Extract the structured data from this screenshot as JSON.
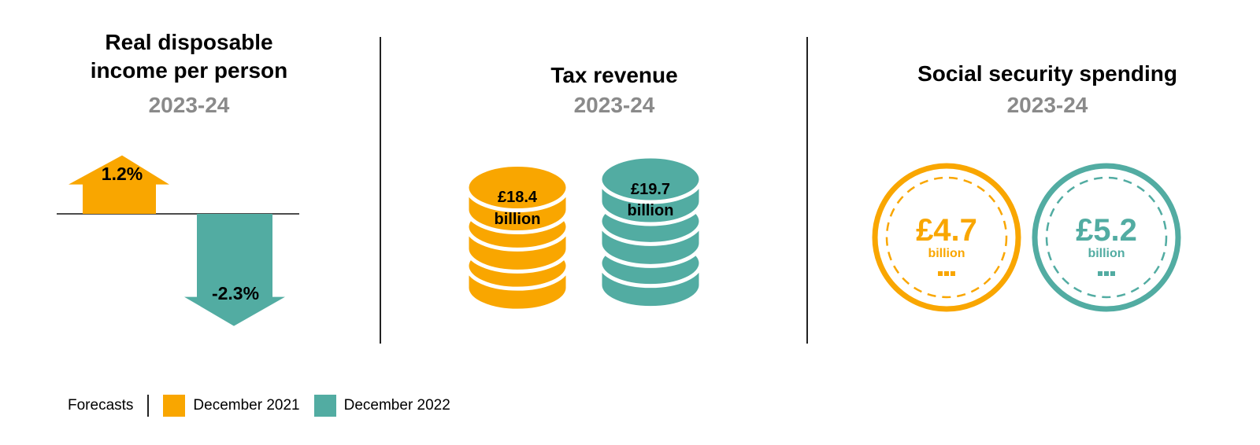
{
  "colors": {
    "dec2021": "#F9A600",
    "dec2022": "#52ACA2"
  },
  "legend": {
    "label": "Forecasts",
    "items": [
      {
        "name": "December 2021",
        "color": "#F9A600"
      },
      {
        "name": "December 2022",
        "color": "#52ACA2"
      }
    ]
  },
  "chart_data": [
    {
      "type": "bar",
      "title": "Real disposable income per person",
      "title_lines": [
        "Real disposable",
        "income per person"
      ],
      "subtitle": "2023-24",
      "series": [
        {
          "name": "December 2021",
          "value": 1.2,
          "label": "1.2%"
        },
        {
          "name": "December 2022",
          "value": -2.3,
          "label": "-2.3%"
        }
      ]
    },
    {
      "type": "bar",
      "title": "Tax revenue",
      "subtitle": "2023-24",
      "series": [
        {
          "name": "December 2021",
          "value": 18.4,
          "label": "£18.4",
          "unit": "billion"
        },
        {
          "name": "December 2022",
          "value": 19.7,
          "label": "£19.7",
          "unit": "billion"
        }
      ]
    },
    {
      "type": "bar",
      "title": "Social security spending",
      "subtitle": "2023-24",
      "series": [
        {
          "name": "December 2021",
          "value": 4.7,
          "label": "£4.7",
          "unit": "billion"
        },
        {
          "name": "December 2022",
          "value": 5.2,
          "label": "£5.2",
          "unit": "billion"
        }
      ]
    }
  ]
}
